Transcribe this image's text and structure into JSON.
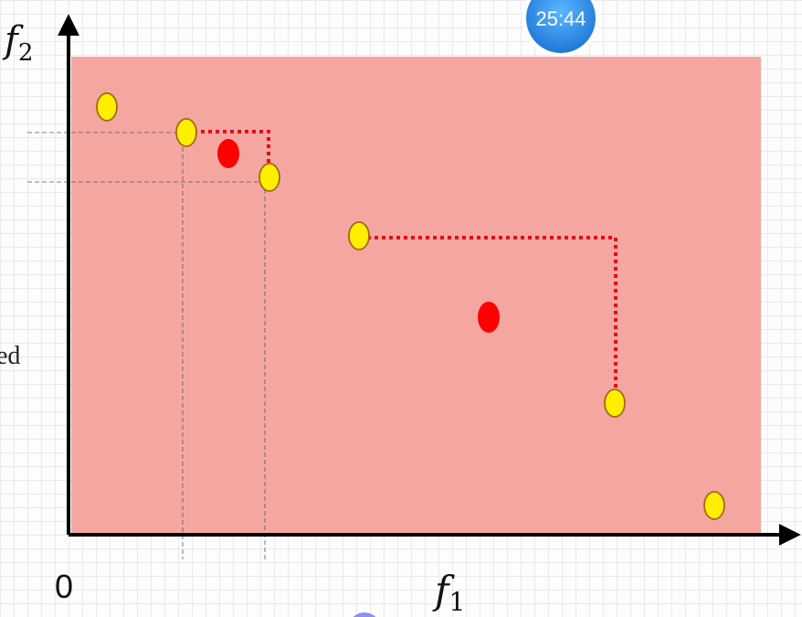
{
  "timer": {
    "label": "25:44"
  },
  "side_text": "ed",
  "axes": {
    "x_label_main": "f",
    "x_label_sub": "1",
    "y_label_main": "f",
    "y_label_sub": "2",
    "origin": "0"
  },
  "colors": {
    "region": "#f6a6a1",
    "solution_fill": "#ffee00",
    "solution_stroke": "#a06a10",
    "reference_point": "#ff0000",
    "dotted_line": "#e0101a",
    "axis": "#000000",
    "timer_badge": "#2f8fe8"
  }
}
